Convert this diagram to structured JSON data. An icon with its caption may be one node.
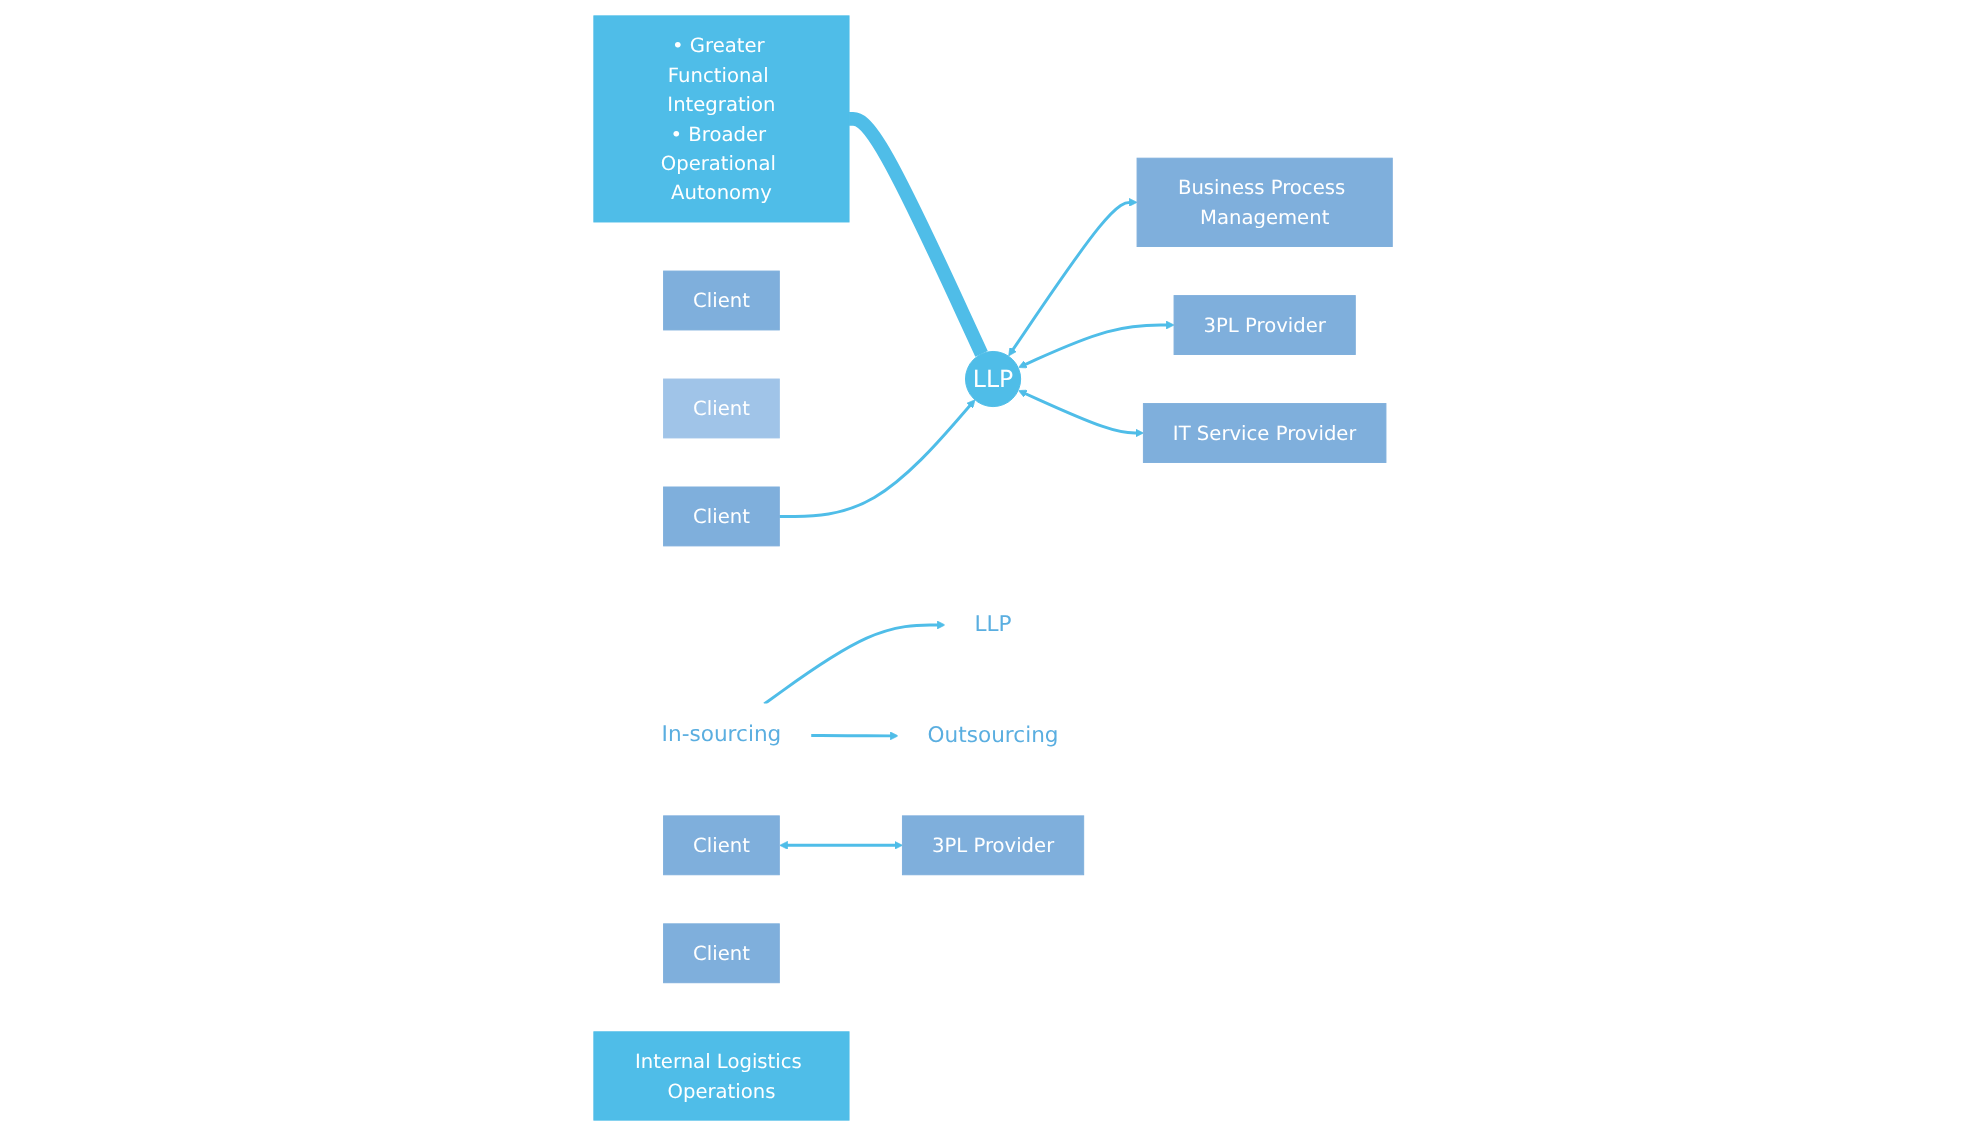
{
  "diagram": {
    "nodes": [
      {
        "text": [
          "• Greater Functional Integration",
          "• Broader Operational Autonomy"
        ]
      },
      {
        "text": [
          "Client"
        ]
      },
      {
        "text": [
          "Client"
        ]
      },
      {
        "text": [
          "Client"
        ]
      },
      {
        "text": [
          "LLP"
        ]
      },
      {
        "text": [
          "Business Process Management"
        ]
      },
      {
        "text": [
          "3PL Provider"
        ]
      },
      {
        "text": [
          "IT Service Provider"
        ]
      },
      {
        "text": [
          "LLP"
        ]
      },
      {
        "text": [
          "Outsourcing"
        ]
      },
      {
        "text": [
          "In-sourcing"
        ]
      },
      {
        "text": [
          "Client"
        ]
      },
      {
        "text": [
          "3PL Provider"
        ]
      },
      {
        "text": [
          "Client"
        ]
      },
      {
        "text": [
          "Internal Logistics Operations"
        ]
      }
    ],
    "edges": [
      {
        "from": 0,
        "to": 4,
        "arrow": "none",
        "style": "thick"
      },
      {
        "from": 3,
        "to": 4,
        "arrow": "to"
      },
      {
        "from": 4,
        "to": 5,
        "arrow": "both"
      },
      {
        "from": 4,
        "to": 6,
        "arrow": "both"
      },
      {
        "from": 4,
        "to": 7,
        "arrow": "both"
      },
      {
        "from": 10,
        "to": 8,
        "arrow": "to"
      },
      {
        "from": 10,
        "to": 9,
        "arrow": "to"
      },
      {
        "from": 11,
        "to": 12,
        "arrow": "both"
      }
    ]
  }
}
